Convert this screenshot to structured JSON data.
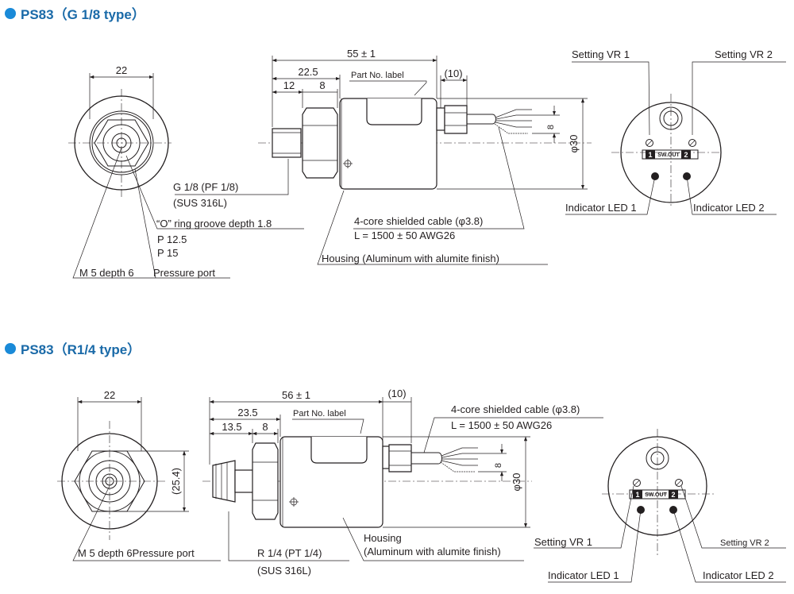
{
  "section1": {
    "title": "PS83（G 1/8 type）",
    "dims": {
      "width22": "22",
      "overall": "55 ± 1",
      "d22_5": "22.5",
      "d12": "12",
      "d8": "8",
      "d10": "(10)",
      "cable8": "8",
      "phi30": "φ30"
    },
    "labels": {
      "part_no_label": "Part No. label",
      "thread": "G 1/8 (PF 1/8)",
      "material": "(SUS 316L)",
      "oring": "“O” ring groove depth 1.8",
      "p12": "P 12.5",
      "p15": "P 15",
      "m5": "M 5 depth 6",
      "pressure_port": "Pressure port",
      "cable1": "4-core shielded cable (φ3.8)",
      "cable2": "L = 1500 ± 50  AWG26",
      "housing": "Housing (Aluminum with alumite finish)",
      "vr1": "Setting VR 1",
      "vr2": "Setting VR 2",
      "led1": "Indicator LED 1",
      "led2": "Indicator LED 2",
      "sw_out": "SW.OUT",
      "n1": "1",
      "n2": "2"
    }
  },
  "section2": {
    "title": "PS83（R1/4 type）",
    "dims": {
      "width22": "22",
      "hex": "(25.4)",
      "overall": "56 ± 1",
      "d23_5": "23.5",
      "d13_5": "13.5",
      "d8": "8",
      "d10": "(10)",
      "cable8": "8",
      "phi30": "φ30"
    },
    "labels": {
      "part_no_label": "Part No. label",
      "cable1": "4-core shielded cable (φ3.8)",
      "cable2": "L = 1500 ± 50  AWG26",
      "m5_port": "M 5 depth 6Pressure port",
      "thread": "R 1/4 (PT 1/4)",
      "material": "(SUS 316L)",
      "housing1": "Housing",
      "housing2": "(Aluminum with alumite finish)",
      "vr1": "Setting VR 1",
      "vr2": "Setting VR 2",
      "led1": "Indicator LED 1",
      "led2": "Indicator LED 2",
      "sw_out": "SW.OUT",
      "n1": "1",
      "n2": "2"
    }
  }
}
